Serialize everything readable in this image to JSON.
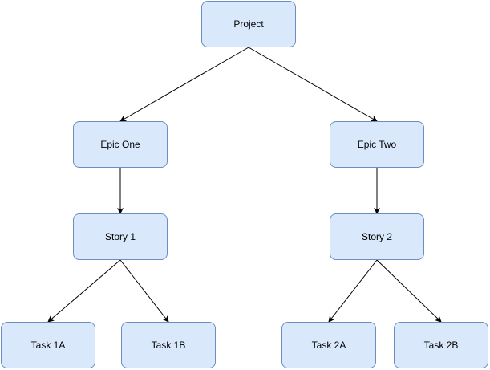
{
  "diagram": {
    "nodes": {
      "project": {
        "label": "Project"
      },
      "epic_one": {
        "label": "Epic One"
      },
      "epic_two": {
        "label": "Epic Two"
      },
      "story_1": {
        "label": "Story 1"
      },
      "story_2": {
        "label": "Story 2"
      },
      "task_1a": {
        "label": "Task 1A"
      },
      "task_1b": {
        "label": "Task 1B"
      },
      "task_2a": {
        "label": "Task 2A"
      },
      "task_2b": {
        "label": "Task 2B"
      }
    },
    "edges": [
      {
        "from": "project",
        "to": "epic_one"
      },
      {
        "from": "project",
        "to": "epic_two"
      },
      {
        "from": "epic_one",
        "to": "story_1"
      },
      {
        "from": "epic_two",
        "to": "story_2"
      },
      {
        "from": "story_1",
        "to": "task_1a"
      },
      {
        "from": "story_1",
        "to": "task_1b"
      },
      {
        "from": "story_2",
        "to": "task_2a"
      },
      {
        "from": "story_2",
        "to": "task_2b"
      }
    ],
    "colors": {
      "node_fill": "#dae8fc",
      "node_stroke": "#6c8ebf",
      "edge": "#000000"
    }
  }
}
